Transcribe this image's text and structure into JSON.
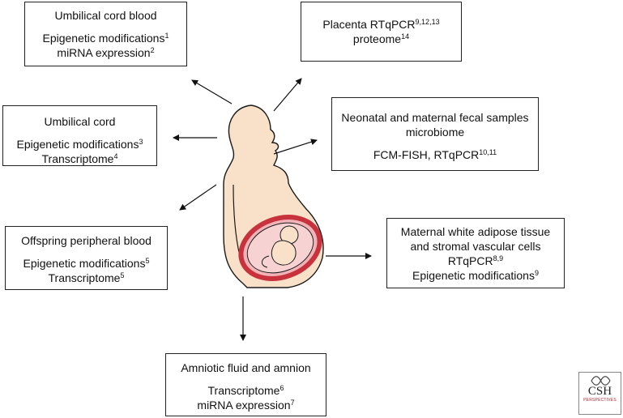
{
  "boxes": {
    "ucb": {
      "title": "Umbilical cord blood",
      "line1": "Epigenetic modifications",
      "line1_sup": "1",
      "line2": "miRNA expression",
      "line2_sup": "2"
    },
    "placenta": {
      "line1": "Placenta RTqPCR",
      "line1_sup": "9,12,13",
      "line2": "proteome",
      "line2_sup": "14"
    },
    "uc": {
      "title": "Umbilical cord",
      "line1": "Epigenetic modifications",
      "line1_sup": "3",
      "line2": "Transcriptome",
      "line2_sup": "4"
    },
    "fecal": {
      "title1": "Neonatal and maternal fecal samples",
      "title2": "microbiome",
      "line1": "FCM-FISH, RTqPCR",
      "line1_sup": "10,11"
    },
    "opb": {
      "title": "Offspring peripheral blood",
      "line1": "Epigenetic modifications",
      "line1_sup": "5",
      "line2": "Transcriptome",
      "line2_sup": "5"
    },
    "adipose": {
      "line1": "Maternal white adipose tissue",
      "line2": "and stromal vascular cells",
      "line3": "RTqPCR",
      "line3_sup": "8,9",
      "line4": "Epigenetic modifications",
      "line4_sup": "9"
    },
    "amniotic": {
      "title": "Amniotic fluid and amnion",
      "line1": "Transcriptome",
      "line1_sup": "6",
      "line2": "miRNA expression",
      "line2_sup": "7"
    }
  },
  "logo": {
    "text": "CSH",
    "subtext": "PERSPECTIVES"
  },
  "colors": {
    "skin": "#f8e1c8",
    "uterus": "#c8323c",
    "amnion": "#f2b3b8",
    "outline": "#1a1a1a"
  }
}
